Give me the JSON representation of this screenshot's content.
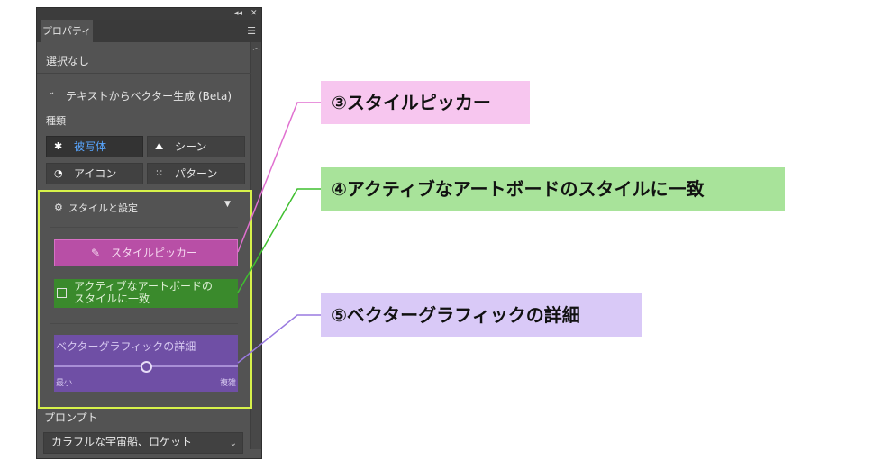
{
  "panel": {
    "tab_label": "プロパティ",
    "menu_icon": "hamburger-icon",
    "no_selection": "選択なし",
    "section_title": "テキストからベクター生成 (Beta)",
    "type_label": "種類",
    "type_buttons": [
      {
        "label": "被写体",
        "icon": "subject-icon",
        "selected": true
      },
      {
        "label": "シーン",
        "icon": "scene-icon",
        "selected": false
      },
      {
        "label": "アイコン",
        "icon": "icon-type-icon",
        "selected": false
      },
      {
        "label": "パターン",
        "icon": "pattern-icon",
        "selected": false
      }
    ],
    "style_settings": {
      "title": "スタイルと設定",
      "picker_label": "スタイルピッカー",
      "match_label_line1": "アクティブなアートボードの",
      "match_label_line2": "スタイルに一致",
      "detail_label": "ベクターグラフィックの詳細",
      "detail_min": "最小",
      "detail_max": "複雑",
      "detail_level": 0.5
    },
    "prompt_label": "プロンプト",
    "prompt_value": "カラフルな宇宙船、ロケット"
  },
  "callouts": {
    "picker": "③スタイルピッカー",
    "match": "④アクティブなアートボードのスタイルに一致",
    "detail": "⑤ベクターグラフィックの詳細"
  },
  "colors": {
    "panel_bg": "#535353",
    "highlight_border": "#d7f24a",
    "picker_callout": "#f7c6ef",
    "match_callout": "#a8e39a",
    "detail_callout": "#d9c9f7",
    "picker_line": "#e070d0",
    "match_line": "#3fbf2f",
    "detail_line": "#9a7ae0"
  }
}
